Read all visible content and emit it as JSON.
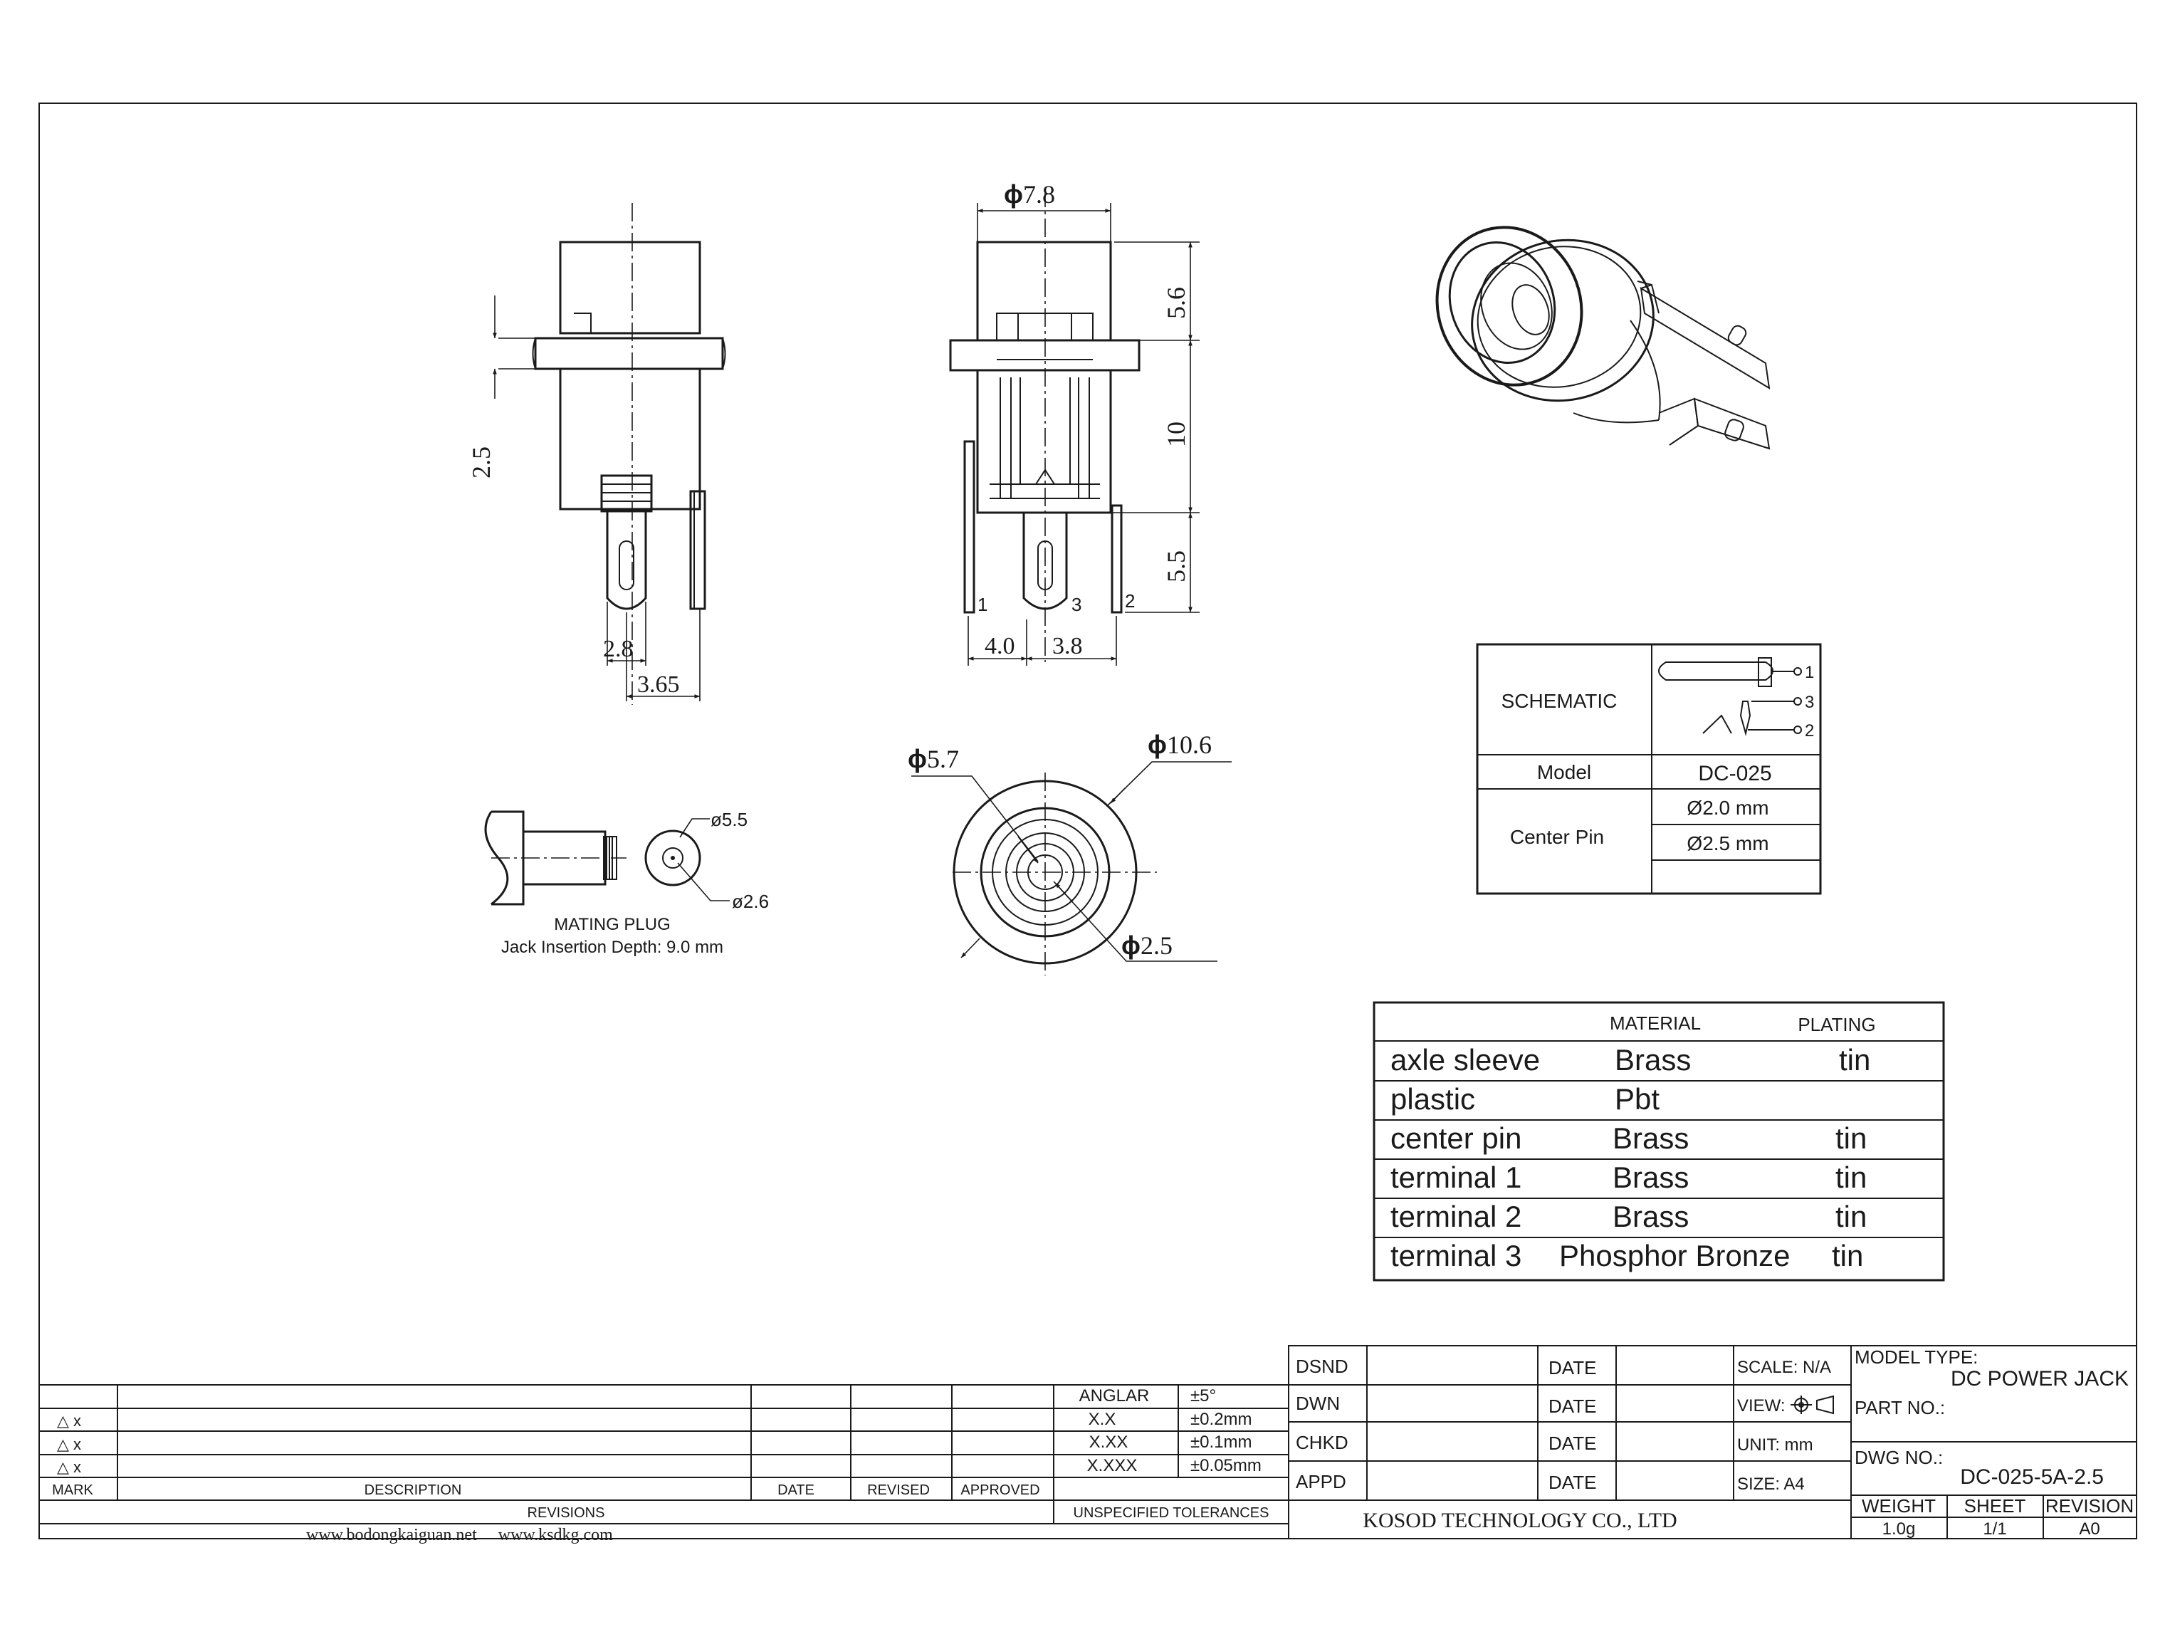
{
  "dimensions": {
    "side_2_5": "2.5",
    "side_2_8": "2.8",
    "side_3_65": "3.65",
    "front_dia_7_8": "7.8",
    "front_5_6": "5.6",
    "front_10": "10",
    "front_5_5": "5.5",
    "front_4_0": "4.0",
    "front_3_8": "3.8",
    "top_dia_5_7": "5.7",
    "top_dia_10_6": "10.6",
    "top_dia_2_5": "2.5",
    "phi": "ϕ"
  },
  "pins": {
    "p1": "1",
    "p3": "3",
    "p2": "2"
  },
  "plug": {
    "dia_outer": "ø5.5",
    "dia_inner": "ø2.6",
    "title": "MATING PLUG",
    "depth": "Jack Insertion Depth: 9.0 mm"
  },
  "schematic_table": {
    "label": "SCHEMATIC",
    "pin_labels": [
      "1",
      "3",
      "2"
    ],
    "model_label": "Model",
    "model_value": "DC-025",
    "center_pin_label": "Center Pin",
    "center_pin_values": [
      "Ø2.0 mm",
      "Ø2.5 mm"
    ]
  },
  "material_table": {
    "headers": [
      "MATERIAL",
      "PLATING"
    ],
    "rows": [
      {
        "part": "axle sleeve",
        "material": "Brass",
        "plating": "tin"
      },
      {
        "part": "plastic",
        "material": "Pbt",
        "plating": ""
      },
      {
        "part": "center pin",
        "material": "Brass",
        "plating": "tin"
      },
      {
        "part": "terminal 1",
        "material": "Brass",
        "plating": "tin"
      },
      {
        "part": "terminal 2",
        "material": "Brass",
        "plating": "tin"
      },
      {
        "part": "terminal 3",
        "material": "Phosphor Bronze",
        "plating": "tin"
      }
    ]
  },
  "revisions": {
    "marks": [
      "△ x",
      "△ x",
      "△ x"
    ],
    "col_mark": "MARK",
    "col_description": "DESCRIPTION",
    "col_date": "DATE",
    "col_revised": "REVISED",
    "col_approved": "APPROVED",
    "title": "REVISIONS",
    "websites": "www.bodongkaiguan.net     www.ksdkg.com"
  },
  "tolerances": {
    "rows": [
      {
        "label": "ANGLAR",
        "value": "±5°"
      },
      {
        "label": "X.X",
        "value": "±0.2mm"
      },
      {
        "label": "X.XX",
        "value": "±0.1mm"
      },
      {
        "label": "X.XXX",
        "value": "±0.05mm"
      }
    ],
    "title": "UNSPECIFIED TOLERANCES"
  },
  "signoff": {
    "roles": [
      "DSND",
      "DWN",
      "CHKD",
      "APPD"
    ],
    "date_label": "DATE"
  },
  "drawing_info": {
    "scale": "SCALE: N/A",
    "view": "VIEW:",
    "unit": "UNIT: mm",
    "size": "SIZE: A4",
    "company": "KOSOD TECHNOLOGY CO., LTD"
  },
  "title_block": {
    "model_type_label": "MODEL TYPE:",
    "model_type_value": "DC POWER JACK",
    "part_no_label": "PART NO.:",
    "dwg_no_label": "DWG NO.:",
    "dwg_no_value": "DC-025-5A-2.5",
    "weight_label": "WEIGHT",
    "weight_value": "1.0g",
    "sheet_label": "SHEET",
    "sheet_value": "1/1",
    "revision_label": "REVISION",
    "revision_value": "A0"
  }
}
